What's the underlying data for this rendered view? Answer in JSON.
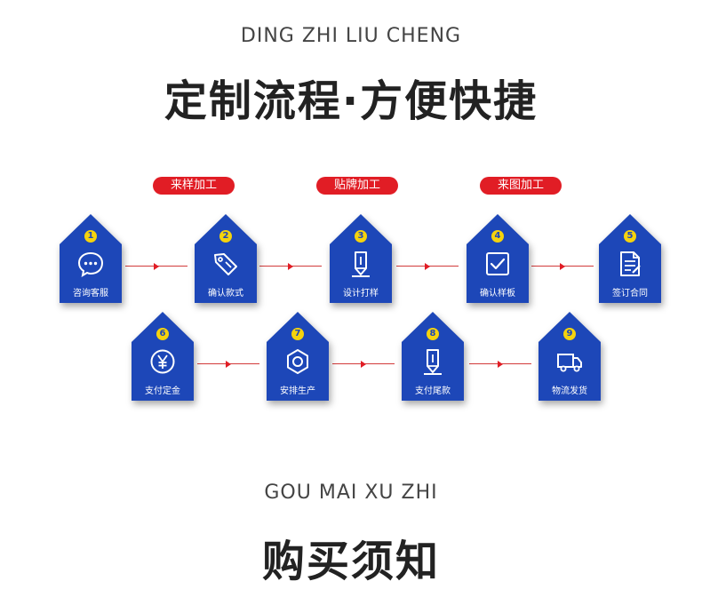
{
  "section1": {
    "pinyin": "DING ZHI LIU CHENG",
    "title": "定制流程·方便快捷"
  },
  "tags": [
    "来样加工",
    "贴牌加工",
    "来图加工"
  ],
  "steps": [
    {
      "num": "1",
      "label": "咨询客服",
      "icon": "chat-icon"
    },
    {
      "num": "2",
      "label": "确认款式",
      "icon": "tag-icon"
    },
    {
      "num": "3",
      "label": "设计打样",
      "icon": "pencil-icon"
    },
    {
      "num": "4",
      "label": "确认样板",
      "icon": "checkbox-icon"
    },
    {
      "num": "5",
      "label": "签订合同",
      "icon": "contract-icon"
    },
    {
      "num": "6",
      "label": "支付定金",
      "icon": "yen-coin-icon"
    },
    {
      "num": "7",
      "label": "安排生产",
      "icon": "hex-nut-icon"
    },
    {
      "num": "8",
      "label": "支付尾款",
      "icon": "pencil-icon"
    },
    {
      "num": "9",
      "label": "物流发货",
      "icon": "truck-icon"
    }
  ],
  "section2": {
    "pinyin": "GOU MAI XU ZHI",
    "title": "购买须知"
  },
  "colors": {
    "card_blue": "#1d47b8",
    "badge_yellow": "#f5d30d",
    "tag_red": "#e11d25",
    "connector_red": "#d23a3a"
  }
}
